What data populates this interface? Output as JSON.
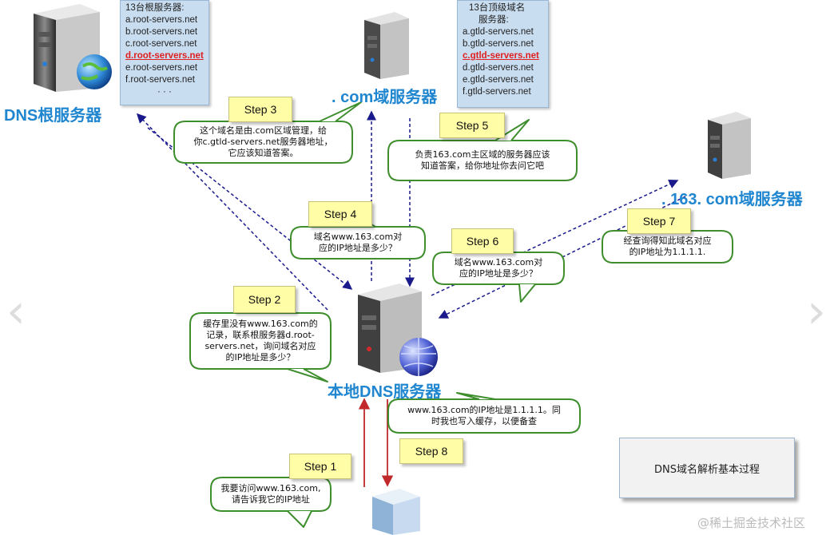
{
  "root": {
    "label": "DNS根服务器",
    "list_title": "13台根服务器:",
    "servers": [
      "a.root-servers.net",
      "b.root-servers.net",
      "c.root-servers.net",
      "d.root-servers.net",
      "e.root-servers.net",
      "f.root-servers.net"
    ],
    "highlighted": "d.root-servers.net",
    "more": "· · ·"
  },
  "com": {
    "label": ". com域服务器",
    "list_title_1": "13台顶级域名",
    "list_title_2": "服务器:",
    "servers": [
      "a.gtld-servers.net",
      "b.gtld-servers.net",
      "c.gtld-servers.net",
      "d.gtld-servers.net",
      "e.gtld-servers.net",
      "f.gtld-servers.net"
    ],
    "highlighted": "c.gtld-servers.net"
  },
  "domain163": {
    "label": ". 163. com域服务器"
  },
  "local": {
    "label": "本地DNS服务器"
  },
  "steps": {
    "s1": "Step 1",
    "s2": "Step 2",
    "s3": "Step 3",
    "s4": "Step 4",
    "s5": "Step 5",
    "s6": "Step 6",
    "s7": "Step 7",
    "s8": "Step 8"
  },
  "bubbles": {
    "b1": "我要访问www.163.com,\n请告诉我它的IP地址",
    "b2": "缓存里没有www.163.com的\n记录，联系根服务器d.root-\nservers.net，询问域名对应\n的IP地址是多少？",
    "b3": "这个域名是由.com区域管理，给\n你c.gtld-servers.net服务器地址，\n它应该知道答案。",
    "b4": "域名www.163.com对\n应的IP地址是多少？",
    "b5": "负责163.com主区域的服务器应该\n知道答案，给你地址你去问它吧",
    "b6": "域名www.163.com对\n应的IP地址是多少？",
    "b7": "经查询得知此域名对应\n的IP地址为1.1.1.1.",
    "b8": "www.163.com的IP地址是1.1.1.1。同\n时我也写入缓存，以便备查"
  },
  "title": "DNS域名解析基本过程",
  "watermark": "@稀土掘金技术社区",
  "nav": {
    "prev": "‹",
    "next": "›"
  },
  "colors": {
    "accent_blue": "#1f86cf",
    "arrow_red": "#c0282a",
    "arrow_navy": "#1a1a8c",
    "bubble_green": "#3e8e2e",
    "list_bg": "#c9ddf0",
    "note_yellow": "#fffda6"
  }
}
